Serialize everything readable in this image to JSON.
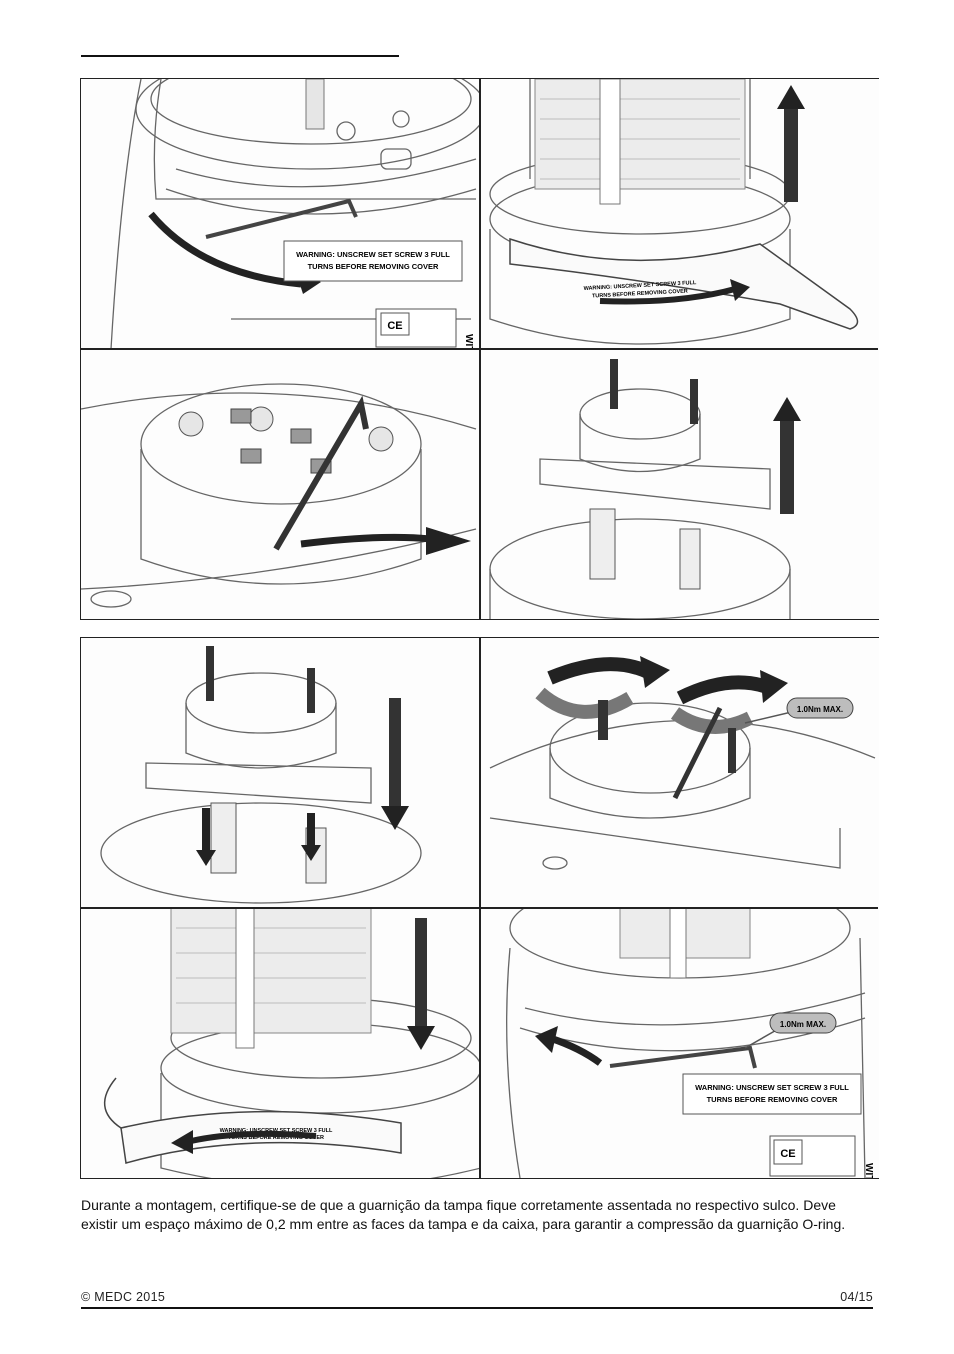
{
  "panels_group1": [
    {
      "warning_line1": "WARNING: UNSCREW SET SCREW 3 FULL",
      "warning_line2": "TURNS BEFORE REMOVING COVER",
      "ce": "CE",
      "side_text": "WITH A"
    },
    {
      "warning_line1": "WARNING: UNSCREW SET SCREW 3 FULL",
      "warning_line2": "TURNS BEFORE REMOVING COVER"
    },
    {},
    {}
  ],
  "panels_group2": [
    {},
    {
      "torque_label": "1.0Nm MAX."
    },
    {
      "warning_line1": "WARNING: UNSCREW SET SCREW 3 FULL",
      "warning_line2": "TURNS BEFORE REMOVING COVER"
    },
    {
      "torque_label": "1.0Nm MAX.",
      "warning_line1": "WARNING: UNSCREW SET SCREW 3 FULL",
      "warning_line2": "TURNS BEFORE REMOVING COVER",
      "ce": "CE",
      "side_text": "WITH A"
    }
  ],
  "caption": "Durante a montagem, certifique-se de que a guarnição da tampa fique corretamente assentada no respectivo sulco. Deve existir um espaço máximo de 0,2 mm entre as faces da tampa e da caixa, para garantir a compressão da guarnição O-ring.",
  "footer": {
    "copyright": "© MEDC 2015",
    "page": "04/15"
  }
}
